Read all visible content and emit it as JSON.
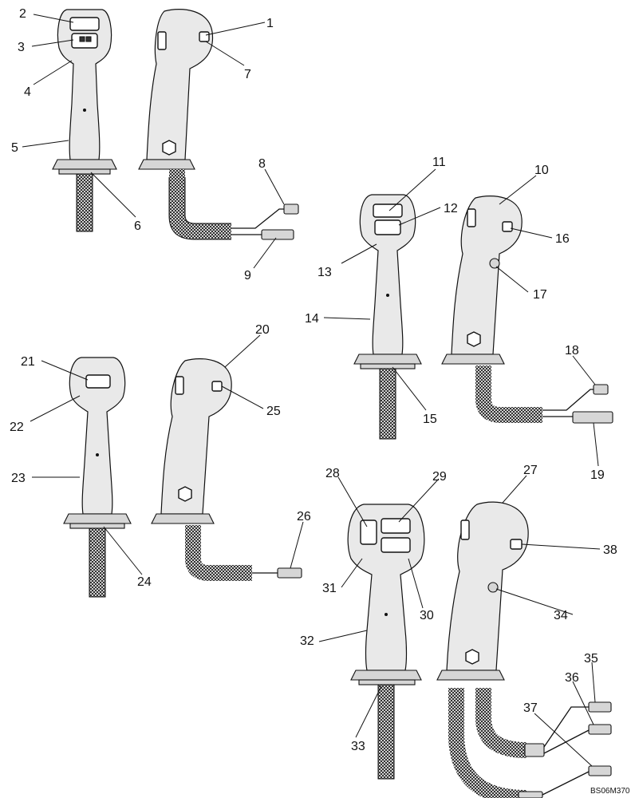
{
  "callouts": [
    "1",
    "2",
    "3",
    "4",
    "5",
    "6",
    "7",
    "8",
    "9",
    "10",
    "11",
    "12",
    "13",
    "14",
    "15",
    "16",
    "17",
    "18",
    "19",
    "20",
    "21",
    "22",
    "23",
    "24",
    "25",
    "26",
    "27",
    "28",
    "29",
    "30",
    "31",
    "32",
    "33",
    "34",
    "35",
    "36",
    "37",
    "38"
  ],
  "figure_code": "BS06M370",
  "colors": {
    "line": "#111111",
    "grip": "#e9e9e9",
    "shade": "#d6d6d6",
    "cable": "#333333"
  }
}
